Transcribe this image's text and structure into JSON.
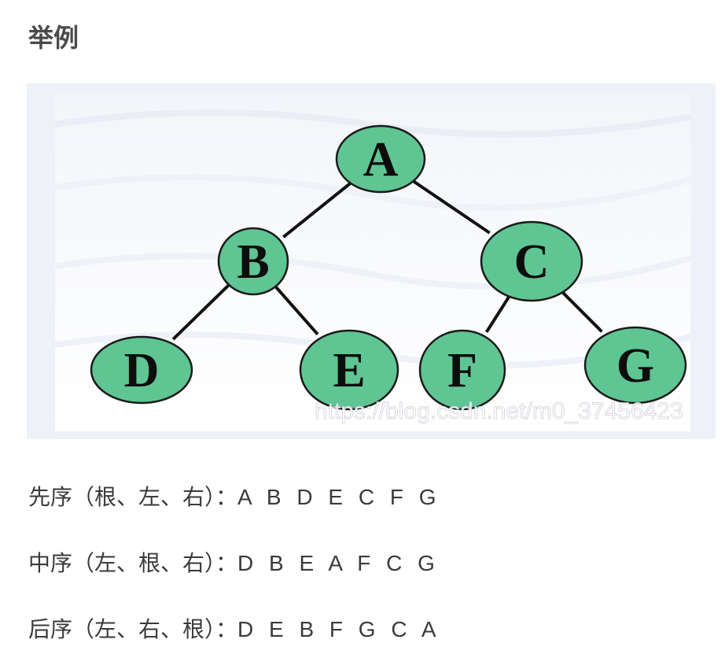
{
  "heading": "举例",
  "tree": {
    "nodes": [
      {
        "id": "A",
        "label": "A"
      },
      {
        "id": "B",
        "label": "B"
      },
      {
        "id": "C",
        "label": "C"
      },
      {
        "id": "D",
        "label": "D"
      },
      {
        "id": "E",
        "label": "E"
      },
      {
        "id": "F",
        "label": "F"
      },
      {
        "id": "G",
        "label": "G"
      }
    ],
    "edges": [
      [
        "A",
        "B"
      ],
      [
        "A",
        "C"
      ],
      [
        "B",
        "D"
      ],
      [
        "B",
        "E"
      ],
      [
        "C",
        "F"
      ],
      [
        "C",
        "G"
      ]
    ],
    "node_fill": "#5fc593",
    "node_stroke": "#1a1a1a",
    "watermark": "https://blog.csdn.net/m0_37456423"
  },
  "traversals": {
    "preorder": {
      "label": "先序（根、左、右）：",
      "sequence": "A B D E C F G"
    },
    "inorder": {
      "label": "中序（左、根、右）：",
      "sequence": "D B E A F C G"
    },
    "postorder": {
      "label": "后序（左、右、根）：",
      "sequence": "D E B F G C A"
    }
  }
}
